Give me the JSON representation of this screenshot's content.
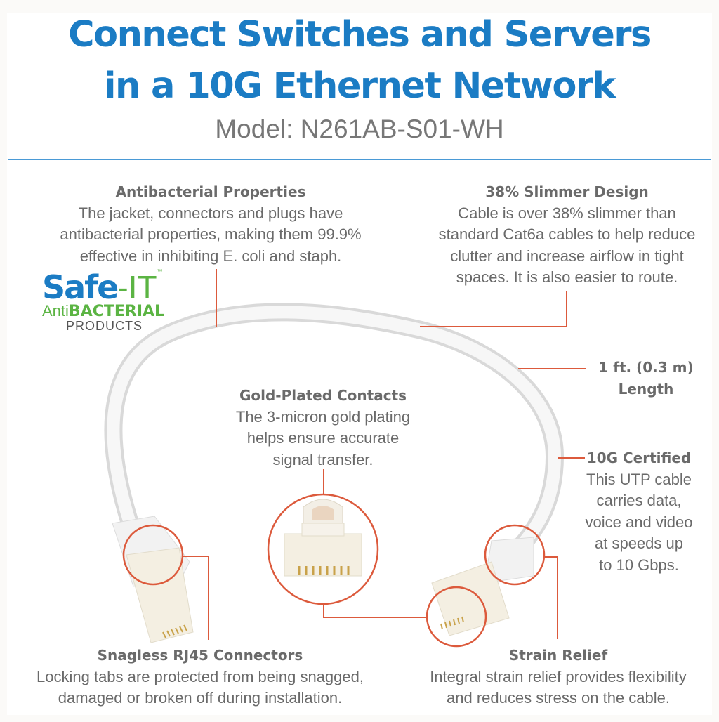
{
  "header": {
    "title_line1": "Connect Switches and Servers",
    "title_line2": "in a 10G Ethernet Network",
    "model": "Model: N261AB-S01-WH"
  },
  "features": {
    "antibacterial": {
      "heading": "Antibacterial Properties",
      "lines": [
        "The jacket, connectors and plugs have",
        "antibacterial properties, making them 99.9%",
        "effective in inhibiting E. coli and staph."
      ]
    },
    "slimmer": {
      "heading": "38% Slimmer Design",
      "lines": [
        "Cable is over 38% slimmer than",
        "standard Cat6a cables to help reduce",
        "clutter and increase airflow in tight",
        "spaces. It is also easier to route."
      ]
    },
    "length": {
      "heading_line1": "1 ft. (0.3 m)",
      "heading_line2": "Length"
    },
    "gold": {
      "heading": "Gold-Plated Contacts",
      "lines": [
        "The 3-micron gold plating",
        "helps ensure accurate",
        "signal transfer."
      ]
    },
    "certified": {
      "heading": "10G Certified",
      "lines": [
        "This UTP cable",
        "carries data,",
        "voice and video",
        "at speeds up",
        "to 10 Gbps."
      ]
    },
    "snagless": {
      "heading": "Snagless RJ45 Connectors",
      "lines": [
        "Locking tabs are protected from being snagged,",
        "damaged or broken off during installation."
      ]
    },
    "strain": {
      "heading": "Strain Relief",
      "lines": [
        "Integral strain relief provides flexibility",
        "and reduces stress on the cable."
      ]
    }
  },
  "logo": {
    "safe": "Safe",
    "it": "-IT",
    "tm": "™",
    "anti": "Anti",
    "bacterial": "BACTERIAL",
    "products": "PRODUCTS"
  },
  "colors": {
    "title_blue": "#1b7cc4",
    "callout_orange": "#dc5a3c",
    "logo_green": "#5bb443",
    "text_gray": "#6a6a6a"
  }
}
